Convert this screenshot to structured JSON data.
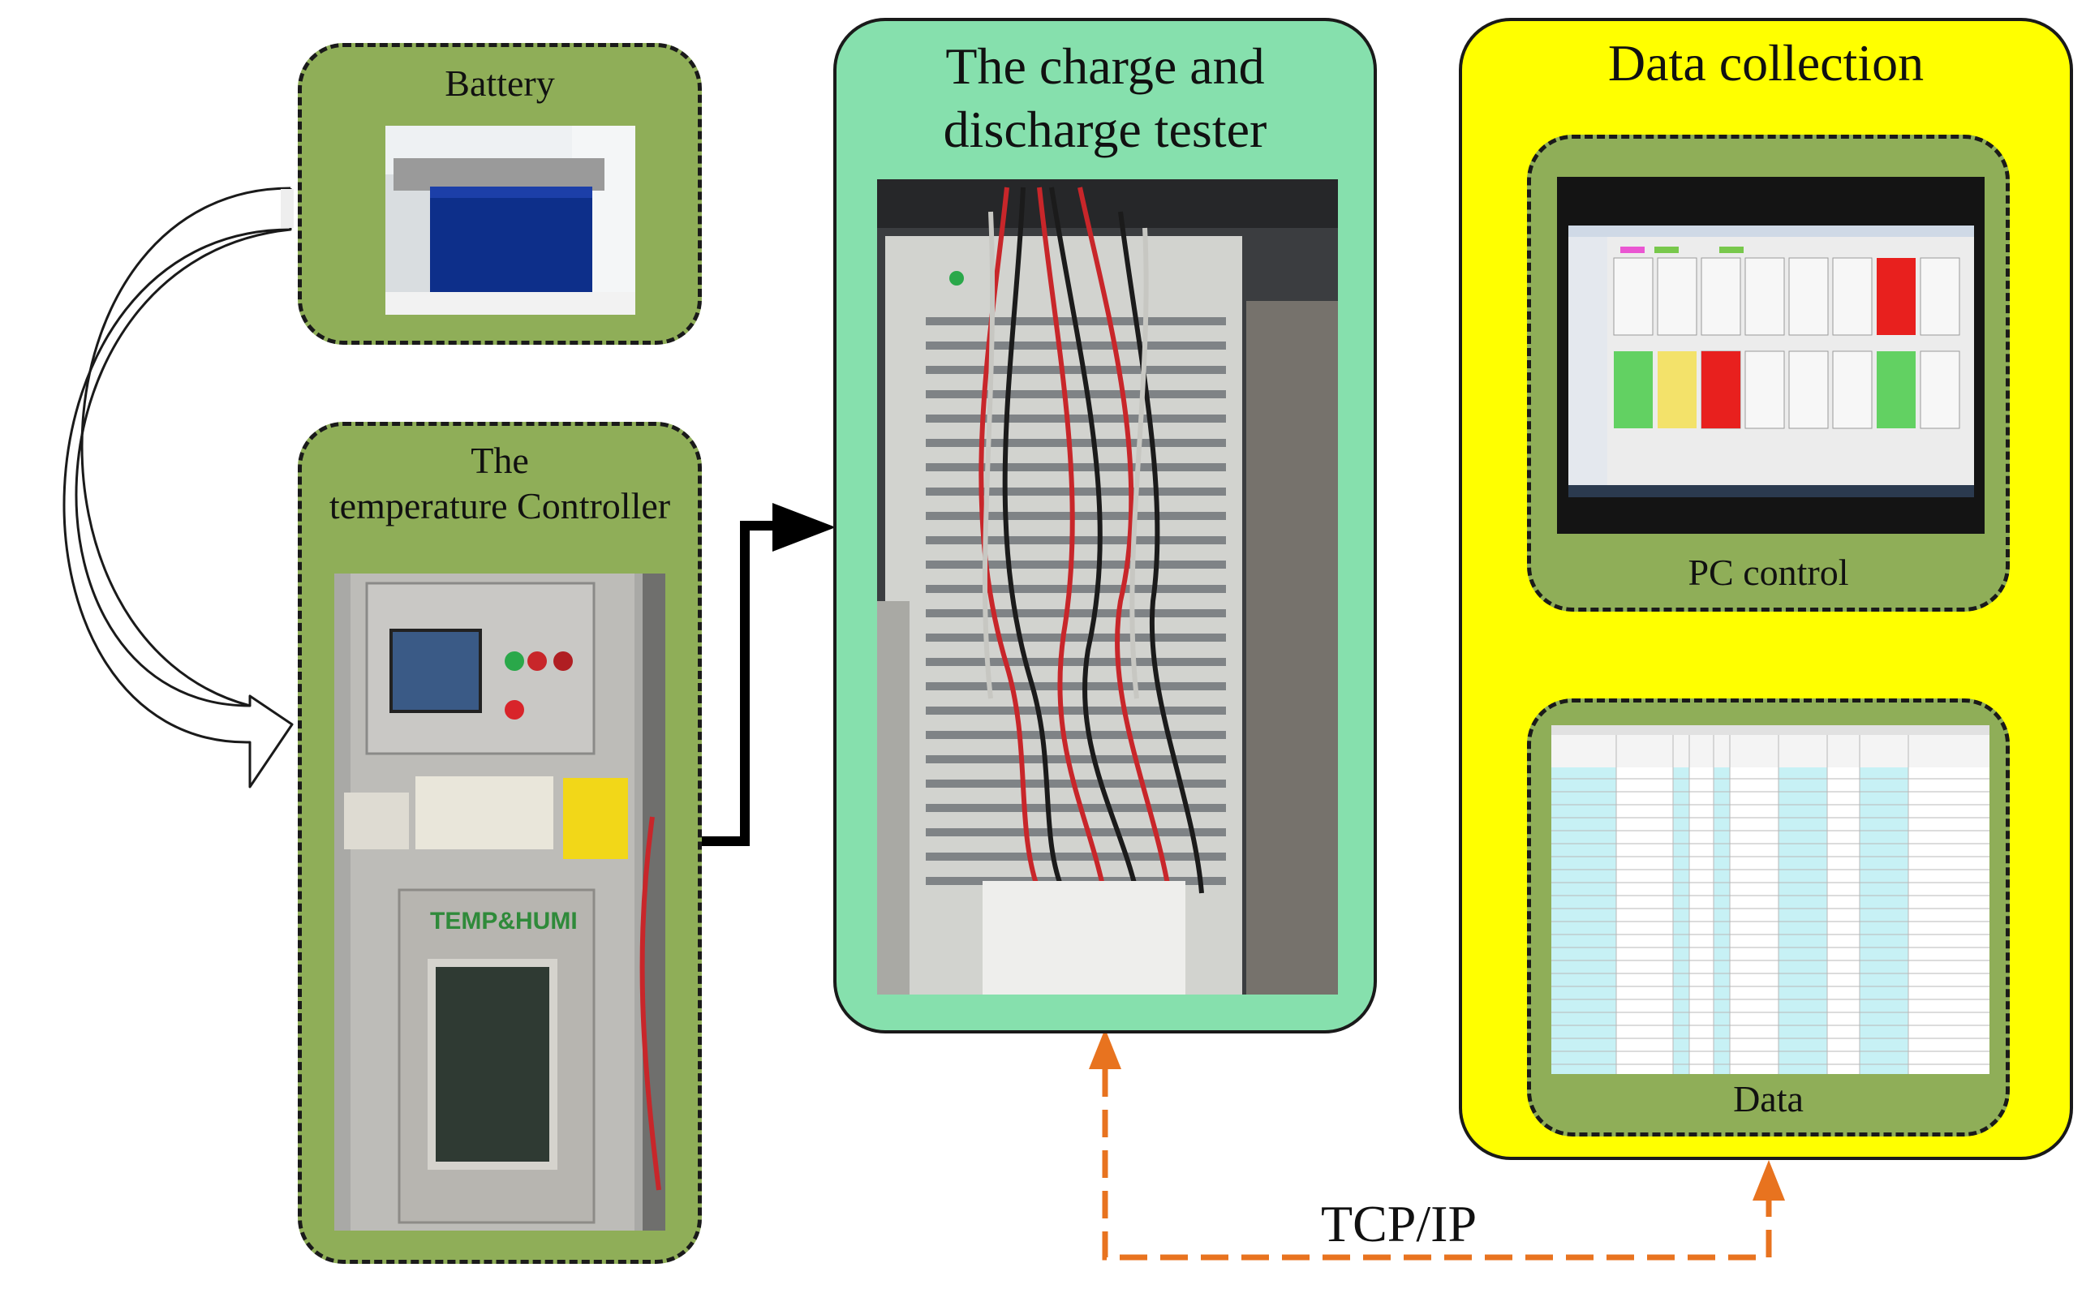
{
  "battery": {
    "title": "Battery"
  },
  "temperature_controller": {
    "title_line1": "The",
    "title_line2": "temperature Controller",
    "panel_text": "TEMP&HUMI"
  },
  "tester": {
    "title_line1": "The charge and",
    "title_line2": "discharge tester"
  },
  "data_collection": {
    "title": "Data collection",
    "pc_control": {
      "label": "PC control"
    },
    "data": {
      "label": "Data"
    }
  },
  "link": {
    "label": "TCP/IP"
  },
  "colors": {
    "green_box": "#8fae58",
    "tester_box": "#86e0ad",
    "collection_box": "#ffff00",
    "tcp_link": "#e8731f"
  }
}
